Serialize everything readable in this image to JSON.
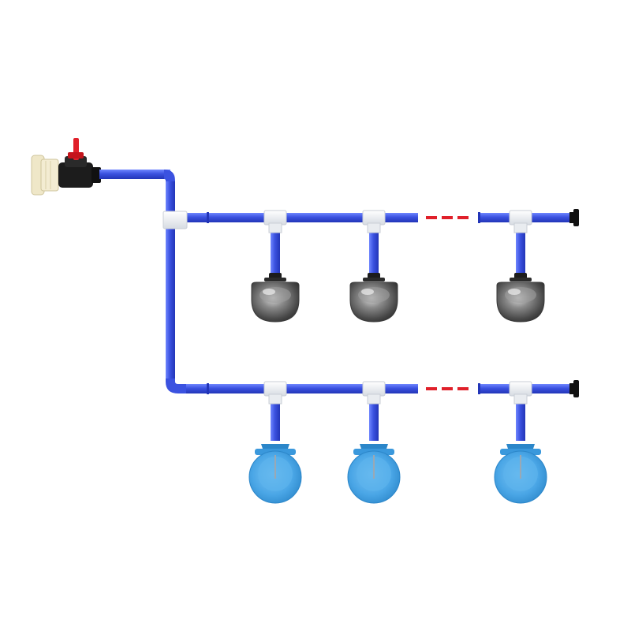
{
  "diagram": {
    "colors": {
      "background": "#ffffff",
      "pipe": "#3b52e0",
      "pipe_highlight": "#6f86ff",
      "pipe_shadow": "#2235b8",
      "fitting": "#f2f4f6",
      "fitting_edge": "#c9ced6",
      "valve_body": "#1c1c1c",
      "valve_handle": "#e0202a",
      "tank_adapter": "#f3ecd2",
      "end_cap": "#111111",
      "continuation_dash": "#e0202a",
      "steel_bowl": "#6d6d6d",
      "steel_bowl_rim": "#3a3a3a",
      "blue_bowl": "#4aa6e6",
      "blue_bowl_dark": "#2b86c9"
    },
    "rows": [
      {
        "name": "steel-bowl-row",
        "bowl_type": "steel",
        "bowl_count": 3
      },
      {
        "name": "blue-bowl-row",
        "bowl_type": "blue",
        "bowl_count": 3
      }
    ],
    "icons": {
      "inlet": "tank-adapter-icon",
      "valve": "ball-valve-icon",
      "end": "end-cap-icon",
      "bowl_steel": "steel-drinking-bowl-icon",
      "bowl_blue": "blue-drinking-bowl-icon"
    }
  }
}
